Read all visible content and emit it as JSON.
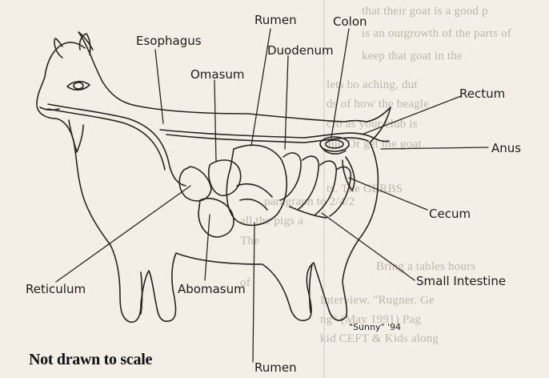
{
  "labels": {
    "esophagus": "Esophagus",
    "rumen_top": "Rumen",
    "colon": "Colon",
    "duodenum": "Duodenum",
    "omasum": "Omasum",
    "rectum": "Rectum",
    "anus": "Anus",
    "cecum": "Cecum",
    "reticulum": "Reticulum",
    "abomasum": "Abomasum",
    "small_intestine": "Small Intestine",
    "rumen_bottom": "Rumen"
  },
  "note": "Not drawn to scale",
  "signature": "\"Sunny\" '94",
  "background_text": [
    "that their goat is a good p",
    "is an outgrowth of the parts of",
    "keep that goat in the",
    "lets bo aching, dut",
    "ds of how the beagle",
    "cro as your club is",
    "Jul. Or get the goat",
    "ts. The GERBS",
    "paragraph to 2/4/2",
    "all the pigs a",
    "The",
    "Bring a tables hours",
    "of",
    "Interview. \"Rugner. Ge",
    "ng\" (May 1991) Pag",
    "kid CEFT & Kids along"
  ]
}
